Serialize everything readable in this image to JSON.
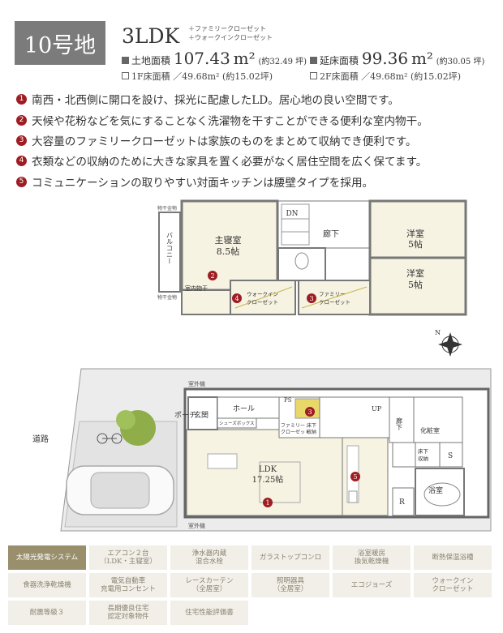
{
  "header": {
    "lot": "10号地",
    "layout": "3LDK",
    "closet_notes": [
      "＋ファミリークローゼット",
      "＋ウォークインクローゼット"
    ],
    "land_label": "土地面積",
    "land_value": "107.43",
    "land_unit": "m²",
    "land_tsubo": "(約32.49 坪)",
    "floor_label": "延床面積",
    "floor_value": "99.36",
    "floor_unit": "m²",
    "floor_tsubo": "(約30.05 坪)",
    "f1": "1F床面積 ／49.68m² (約15.02坪)",
    "f2": "2F床面積 ／49.68m² (約15.02坪)"
  },
  "features": [
    {
      "num": "1",
      "text": "南西・北西側に開口を設け、採光に配慮したLD。居心地の良い空間です。"
    },
    {
      "num": "2",
      "text": "天候や花粉などを気にすることなく洗濯物を干すことができる便利な室内物干。"
    },
    {
      "num": "3",
      "text": "大容量のファミリークローゼットは家族のものをまとめて収納でき便利です。"
    },
    {
      "num": "4",
      "text": "衣類などの収納のために大きな家具を置く必要がなく居住空間を広く保てます。"
    },
    {
      "num": "5",
      "text": "コミュニケーションの取りやすい対面キッチンは腰壁タイプを採用。"
    }
  ],
  "plan2f": {
    "bedroom_main": "主寝室",
    "bedroom_main_size": "8.5帖",
    "western1": "洋室",
    "western1_size": "5帖",
    "western2": "洋室",
    "western2_size": "5帖",
    "hall": "廊下",
    "dn": "DN",
    "balcony": "バルコニー",
    "hanger1": "物干金物",
    "hanger2": "物干金物",
    "indoor_dry": "室内物干",
    "wic": "ウォークイン\nクローゼット",
    "family_closet": "ファミリー\nクローゼット",
    "m2": "2",
    "m3": "3",
    "m4": "4"
  },
  "plan1f": {
    "road": "道路",
    "porch": "ポーチ",
    "entrance": "玄関",
    "hole": "ホール",
    "shoebox": "シューズボックス",
    "ps": "PS",
    "up": "UP",
    "corridor": "廊下",
    "family_closet": "ファミリー\nクローゼット",
    "underfloor": "床下\n収納",
    "ldk": "LDK",
    "ldk_size": "17.25帖",
    "washroom": "化粧室",
    "underfloor2": "床下\n収納",
    "s": "S",
    "bath": "浴室",
    "r": "R",
    "outdoor_unit_top": "室外機",
    "outdoor_unit_bottom": "室外機",
    "m1": "1",
    "m3": "3",
    "m5": "5"
  },
  "equipment": [
    {
      "label": "太陽光発電システム",
      "highlight": true
    },
    {
      "label": "エアコン２台\n（LDK・主寝室）",
      "highlight": false
    },
    {
      "label": "浄水器内蔵\n混合水栓",
      "highlight": false
    },
    {
      "label": "ガラストップコンロ",
      "highlight": false
    },
    {
      "label": "浴室暖房\n換気乾燥機",
      "highlight": false
    },
    {
      "label": "断熱保温浴槽",
      "highlight": false
    },
    {
      "label": "食器洗浄乾燥機",
      "highlight": false
    },
    {
      "label": "電気自動車\n充電用コンセント",
      "highlight": false
    },
    {
      "label": "レースカーテン\n（全居室）",
      "highlight": false
    },
    {
      "label": "照明器具\n（全居室）",
      "highlight": false
    },
    {
      "label": "エコジョーズ",
      "highlight": false
    },
    {
      "label": "ウォークイン\nクローゼット",
      "highlight": false
    },
    {
      "label": "耐震等級３",
      "highlight": false
    },
    {
      "label": "長期優良住宅\n認定対象物件",
      "highlight": false
    },
    {
      "label": "住宅性能評価書",
      "highlight": false
    }
  ],
  "colors": {
    "accent": "#9e1c22",
    "room": "#f6f3e2",
    "badge": "#7b7b7b",
    "equip_hl": "#9a8f6c",
    "equip_bg": "#f1efe8"
  }
}
